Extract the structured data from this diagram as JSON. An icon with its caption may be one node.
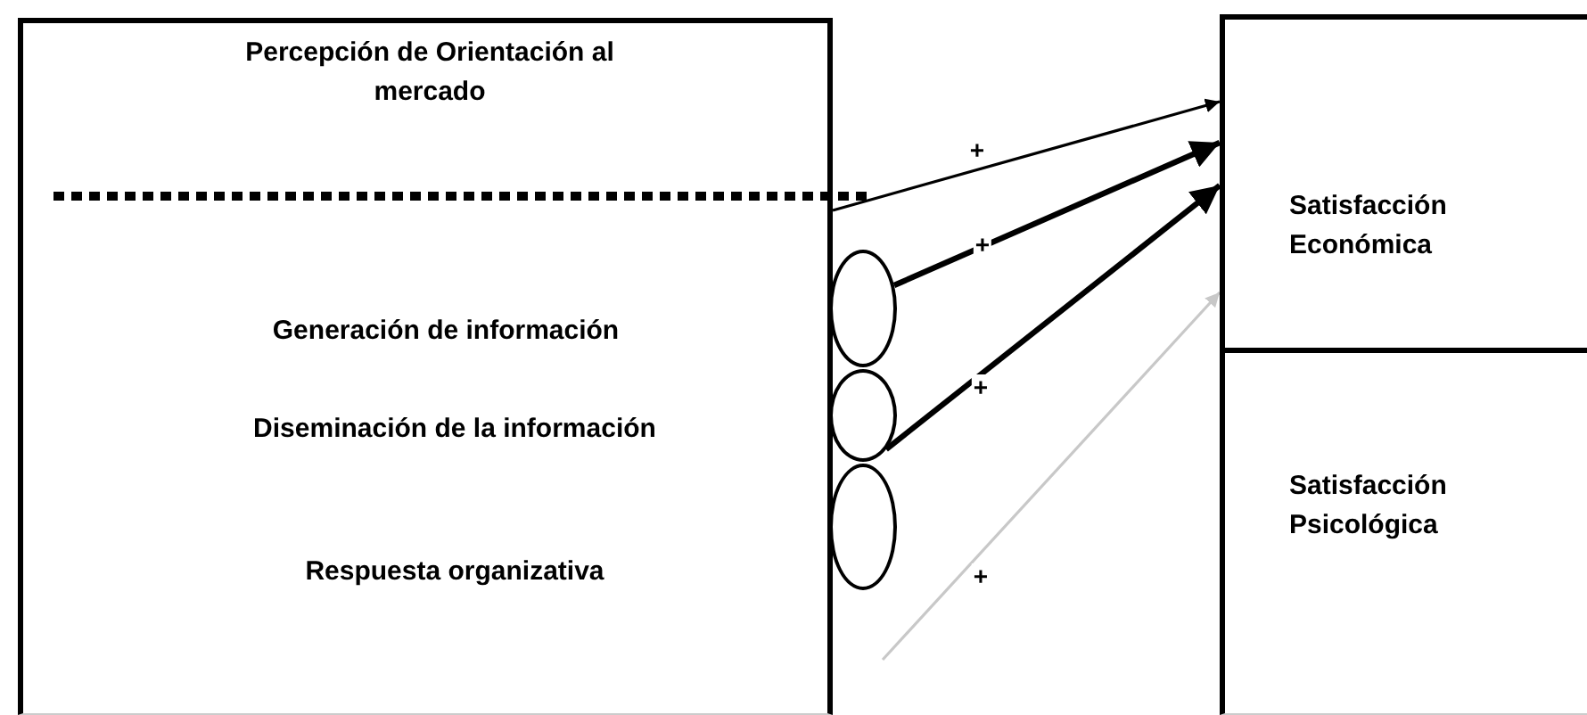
{
  "diagram": {
    "nodes": [
      {
        "text": [
          "Percepción de Orientación al mercado"
        ]
      },
      {
        "text": [],
        "shape": "ellipse"
      },
      {
        "text": [],
        "shape": "ellipse"
      },
      {
        "text": [],
        "shape": "ellipse"
      },
      {
        "text": [
          "Satisfacción Económica"
        ]
      },
      {
        "text": [
          "Satisfacción Psicológica"
        ]
      }
    ],
    "edges": [
      {
        "from": 0,
        "to": 4,
        "arrow": "to",
        "label": "+"
      },
      {
        "from": 1,
        "to": 4,
        "arrow": "to",
        "label": "+",
        "style": "thick"
      },
      {
        "from": 2,
        "to": 4,
        "arrow": "to",
        "label": "+",
        "style": "thick"
      },
      {
        "from": null,
        "to": 4,
        "arrow": "to",
        "label": "+",
        "color": "#c8c8c8"
      }
    ],
    "labels": [
      "Generación de información",
      "Diseminación de la información",
      "Respuesta organizativa"
    ]
  }
}
